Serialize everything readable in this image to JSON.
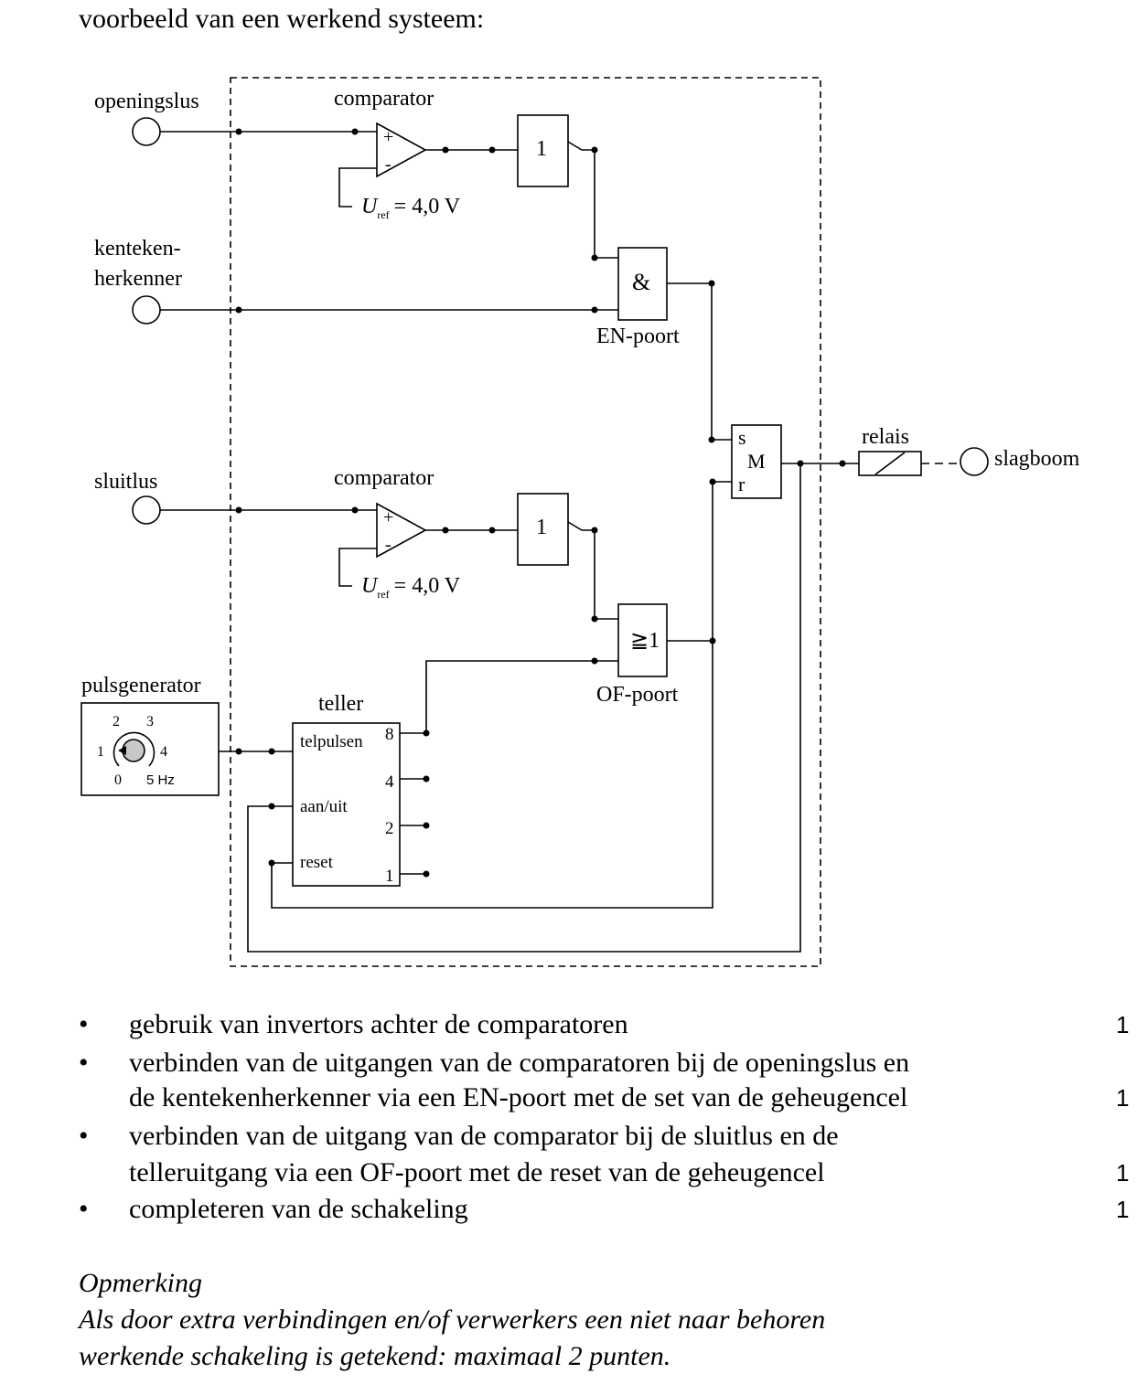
{
  "intro": "voorbeeld van een werkend systeem:",
  "diagram": {
    "inputs": {
      "openingslus": "openingslus",
      "kenteken_line1": "kenteken-",
      "kenteken_line2": "herkenner",
      "sluitlus": "sluitlus",
      "pulsgenerator": "pulsgenerator"
    },
    "comparator_label": "comparator",
    "plus": "+",
    "minus": "-",
    "uref": {
      "symbol": "U",
      "subscript": "ref",
      "value": "= 4,0 V"
    },
    "invertor_label": "1",
    "and_gate": {
      "symbol": "&",
      "label": "EN-poort"
    },
    "or_gate": {
      "symbol": "≧1",
      "label": "OF-poort"
    },
    "memory": {
      "s": "s",
      "m": "M",
      "r": "r"
    },
    "relais": "relais",
    "slagboom": "slagboom",
    "teller": {
      "title": "teller",
      "telpulsen": "telpulsen",
      "aan_uit": "aan/uit",
      "reset": "reset",
      "outputs": [
        "8",
        "4",
        "2",
        "1"
      ]
    },
    "dial": {
      "marks": [
        "2",
        "3",
        "1",
        "4",
        "0"
      ],
      "max": "5 Hz"
    }
  },
  "criteria": [
    {
      "lines": [
        "gebruik van invertors achter de comparatoren"
      ],
      "points": "1"
    },
    {
      "lines": [
        "verbinden van de uitgangen van de comparatoren bij de openingslus en",
        "de kentekenherkenner via een EN-poort met de set van de geheugencel"
      ],
      "points": "1"
    },
    {
      "lines": [
        "verbinden van de uitgang van de comparator bij de sluitlus en de",
        "telleruitgang via een OF-poort met de reset van de geheugencel"
      ],
      "points": "1"
    },
    {
      "lines": [
        "completeren van de schakeling"
      ],
      "points": "1"
    }
  ],
  "bullet": "•",
  "remark": {
    "title": "Opmerking",
    "line1": "Als door extra verbindingen en/of verwerkers een niet naar behoren",
    "line2": "werkende schakeling is getekend: maximaal 2 punten."
  }
}
